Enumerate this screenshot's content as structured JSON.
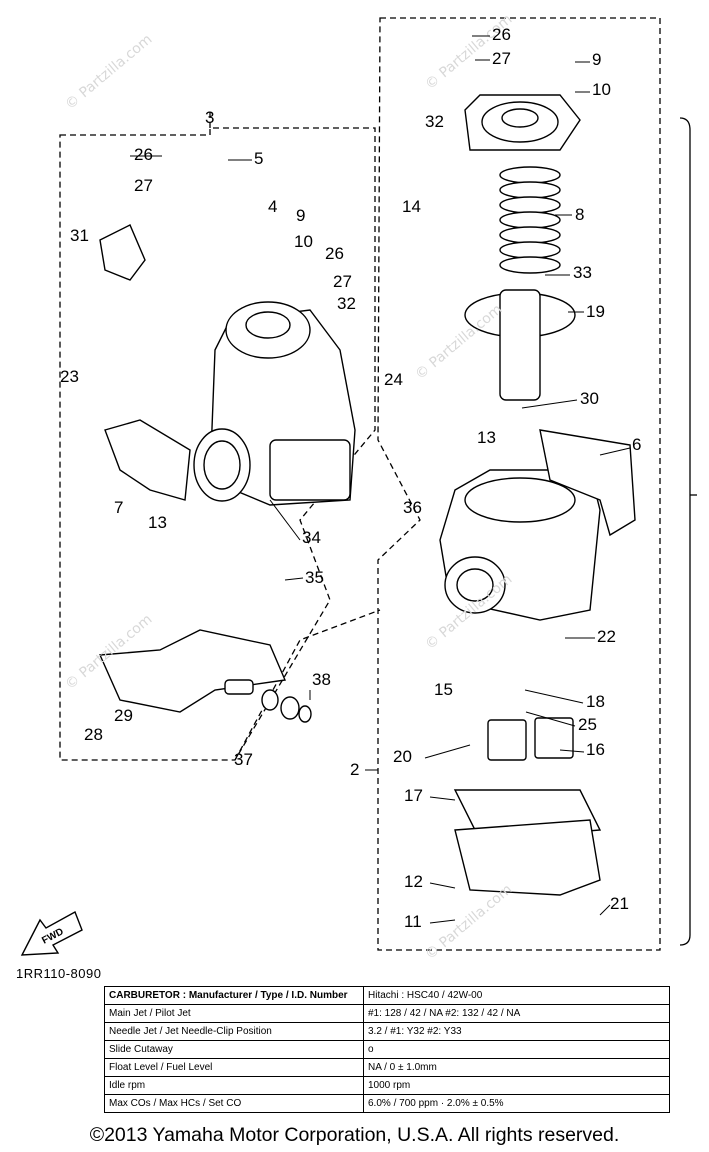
{
  "callouts": {
    "n26a": "26",
    "n27a": "27",
    "n9a": "9",
    "n10a": "10",
    "n32a": "32",
    "n14": "14",
    "n8": "8",
    "n33": "33",
    "n19": "19",
    "n24": "24",
    "n30": "30",
    "n13a": "13",
    "n6": "6",
    "n36": "36",
    "n22": "22",
    "n15": "15",
    "n18": "18",
    "n25": "25",
    "n20": "20",
    "n16": "16",
    "n2": "2",
    "n17": "17",
    "n12": "12",
    "n11": "11",
    "n21": "21",
    "n3": "3",
    "n26b": "26",
    "n5": "5",
    "n27b": "27",
    "n4": "4",
    "n31": "31",
    "n9b": "9",
    "n10b": "10",
    "n26c": "26",
    "n27c": "27",
    "n32b": "32",
    "n23": "23",
    "n7": "7",
    "n13b": "13",
    "n34": "34",
    "n35": "35",
    "n38": "38",
    "n29": "29",
    "n28": "28",
    "n37": "37"
  },
  "watermark": "© Partzilla.com",
  "fwd_label": "FWD",
  "part_reference": "1RR110-8090",
  "spec_table": [
    {
      "key": "CARBURETOR : Manufacturer / Type / I.D. Number",
      "value": "Hitachi : HSC40 / 42W-00"
    },
    {
      "key": "Main Jet / Pilot Jet",
      "value": "#1: 128 / 42 / NA     #2: 132 / 42 / NA"
    },
    {
      "key": "Needle Jet / Jet Needle-Clip Position",
      "value": "3.2 / #1: Y32     #2: Y33"
    },
    {
      "key": "Slide Cutaway",
      "value": "o"
    },
    {
      "key": "Float Level / Fuel Level",
      "value": "NA / 0 ± 1.0mm"
    },
    {
      "key": "Idle rpm",
      "value": "1000 rpm"
    },
    {
      "key": "Max COs / Max HCs / Set CO",
      "value": "6.0% / 700 ppm · 2.0% ± 0.5%"
    }
  ],
  "copyright": "©2013 Yamaha Motor Corporation, U.S.A. All rights reserved."
}
